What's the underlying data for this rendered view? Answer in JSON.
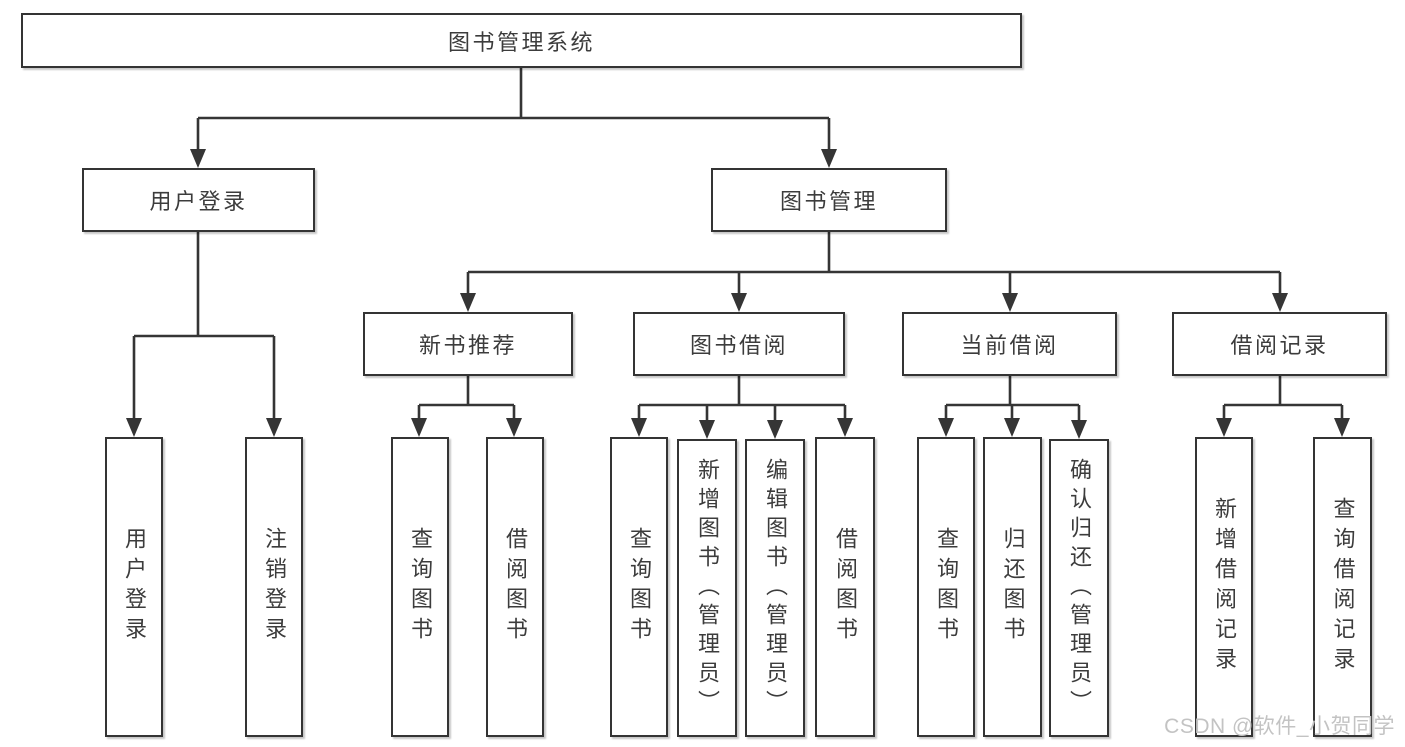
{
  "tree": {
    "root": {
      "label": "图书管理系统"
    },
    "branches": [
      {
        "label": "用户登录",
        "leaves": [
          {
            "label": "用户登录"
          },
          {
            "label": "注销登录"
          }
        ]
      },
      {
        "label": "图书管理",
        "sections": [
          {
            "label": "新书推荐",
            "leaves": [
              {
                "label": "查询图书"
              },
              {
                "label": "借阅图书"
              }
            ]
          },
          {
            "label": "图书借阅",
            "leaves": [
              {
                "label": "查询图书"
              },
              {
                "label": "新增图书（管理员）"
              },
              {
                "label": "编辑图书（管理员）"
              },
              {
                "label": "借阅图书"
              }
            ]
          },
          {
            "label": "当前借阅",
            "leaves": [
              {
                "label": "查询图书"
              },
              {
                "label": "归还图书"
              },
              {
                "label": "确认归还（管理员）"
              }
            ]
          },
          {
            "label": "借阅记录",
            "leaves": [
              {
                "label": "新增借阅记录"
              },
              {
                "label": "查询借阅记录"
              }
            ]
          }
        ]
      }
    ]
  },
  "watermark": {
    "text": "CSDN @软件_小贺同学"
  },
  "colors": {
    "line": "#353535",
    "box_border": "#343434",
    "text": "#3c3c3c",
    "background": "#ffffff",
    "watermark": "#c3c3c3"
  }
}
